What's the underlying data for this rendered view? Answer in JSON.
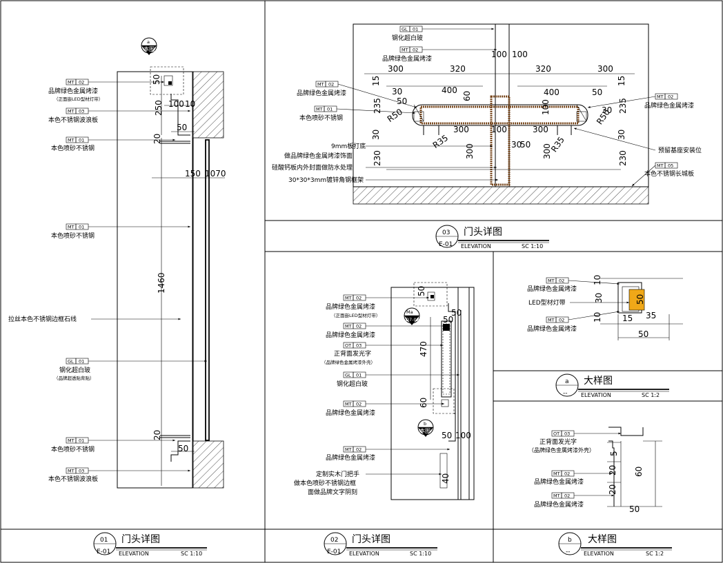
{
  "tags": {
    "MT": "MT",
    "GL": "GL",
    "OT": "OT",
    "n01": "01",
    "n02": "02",
    "n03": "03",
    "n05": "05"
  },
  "mat": {
    "paint": "品牌绿色金属烤漆",
    "paint_led_note": "（正面嵌LED型材灯带）",
    "wave": "本色不锈钢波浪板",
    "matte": "本色喷砂不锈钢",
    "brushed_trim": "拉丝本色不锈钢边框石线",
    "glass": "钢化超白玻",
    "glass_note": "（品牌超透贴背贴）",
    "lumi": "正背面发光字",
    "lumi_note": "（品牌绿色金属烤漆外壳）",
    "led": "LED型材灯带",
    "base": "预留基座安装位",
    "skirting": "本色不锈钢长城板",
    "board9": "9mm板打底",
    "board9_paint": "做品牌绿色金属烤漆饰面",
    "calcium": "硅酸钙板内外封面做防水处理",
    "frame": "30*30*3mm镀锌角钢框架",
    "handle1": "定制实木门把手",
    "handle2": "做本色喷砂不锈钢边框",
    "handle3": "面做品牌文字阴刻"
  },
  "callout_a": {
    "letter": "a",
    "ref": "本图"
  },
  "callout_b": {
    "letter": "b",
    "ref": "本图"
  },
  "callout_m": {
    "letter": "Ma",
    "ref": "D7-02"
  },
  "dims": {
    "d50": "50",
    "d250": "250",
    "d100": "100",
    "d10": "10",
    "d20": "20",
    "d150": "150",
    "d1070": "1070",
    "d1460": "1460",
    "d300": "300",
    "d320": "320",
    "d400": "400",
    "d30": "30",
    "d15": "15",
    "d235": "235",
    "d60": "60",
    "d230": "230",
    "d470": "470",
    "d35": "35",
    "d5": "5",
    "R35": "R35",
    "R50": "R50"
  },
  "titles": {
    "t01": {
      "num": "01",
      "code": "E-01",
      "name": "门头详图",
      "sub": "ELEVATION",
      "scale": "SC 1:10"
    },
    "t02": {
      "num": "02",
      "code": "E-01",
      "name": "门头详图",
      "sub": "ELEVATION",
      "scale": "SC 1:10"
    },
    "t03": {
      "num": "03",
      "code": "E-01",
      "name": "门头详图",
      "sub": "ELEVATION",
      "scale": "SC 1:10"
    },
    "ta": {
      "num": "a",
      "code": "--",
      "name": "大样图",
      "sub": "ELEVATION",
      "scale": "SC 1:2"
    },
    "tb": {
      "num": "b",
      "code": "--",
      "name": "大样图",
      "sub": "ELEVATION",
      "scale": "SC 1:2"
    }
  }
}
